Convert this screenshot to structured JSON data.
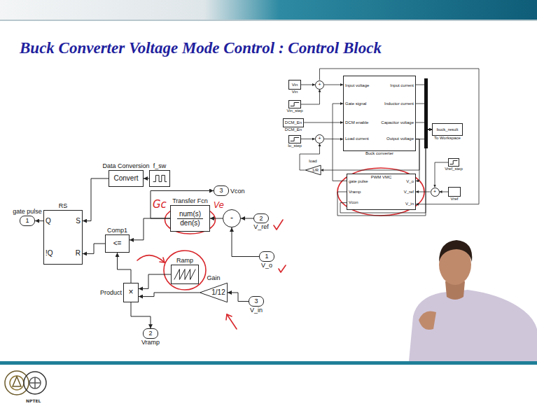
{
  "diagram": {
    "title": "Buck Converter Voltage Mode Control : Control Block",
    "nodes": [
      {
        "text": [
          "Data Conversion",
          "Convert"
        ]
      },
      {
        "text": [
          "f_sw"
        ]
      },
      {
        "text": [
          "RS",
          "Q",
          "S",
          "!Q",
          "R"
        ]
      },
      {
        "text": [
          "gate pulse",
          "1"
        ]
      },
      {
        "text": [
          "Comp1",
          "<="
        ]
      },
      {
        "text": [
          "Transfer Fcn",
          "num(s)",
          "den(s)"
        ]
      },
      {
        "text": [
          "3",
          "Vcon"
        ]
      },
      {
        "text": [
          "2",
          "V_ref"
        ]
      },
      {
        "text": [
          "-"
        ]
      },
      {
        "text": [
          "1",
          "V_o"
        ]
      },
      {
        "text": [
          "Ramp"
        ]
      },
      {
        "text": [
          "Product",
          "×"
        ]
      },
      {
        "text": [
          "Gain",
          "1/12"
        ]
      },
      {
        "text": [
          "3",
          "V_in"
        ]
      },
      {
        "text": [
          "2",
          "Vramp"
        ]
      },
      {
        "text": [
          "Vin",
          "Vin"
        ]
      },
      {
        "text": [
          "Vin_step"
        ]
      },
      {
        "text": [
          "+"
        ]
      },
      {
        "text": [
          "DCM_En",
          "DCM_En"
        ]
      },
      {
        "text": [
          "+"
        ]
      },
      {
        "text": [
          "Io_step"
        ]
      },
      {
        "text": [
          "load",
          "1/R"
        ]
      },
      {
        "text": [
          "Input voltage",
          "Gate signal",
          "DCM enable",
          "Load current",
          "Input current",
          "Inductor current",
          "Capacitor voltage",
          "Output voltage",
          "Buck converter"
        ]
      },
      {
        "text": [
          "buck_result",
          "To Workspace"
        ]
      },
      {
        "text": [
          "PWM VMC",
          "gate pulse",
          "Vramp",
          "Vcon",
          "V_o",
          "V_ref",
          "V_in"
        ]
      },
      {
        "text": [
          "Vref_step"
        ]
      },
      {
        "text": [
          "Vref"
        ]
      },
      {
        "text": [
          "+"
        ]
      }
    ],
    "edges": [
      {
        "from": 1,
        "to": 0,
        "arrow": "to"
      },
      {
        "from": 0,
        "to": 2,
        "arrow": "to"
      },
      {
        "from": 4,
        "to": 2,
        "arrow": "to"
      },
      {
        "from": 2,
        "to": 3,
        "arrow": "to"
      },
      {
        "from": 5,
        "to": 4,
        "arrow": "to"
      },
      {
        "from": 5,
        "to": 6,
        "arrow": "to"
      },
      {
        "from": 8,
        "to": 5,
        "arrow": "to"
      },
      {
        "from": 7,
        "to": 8,
        "arrow": "to"
      },
      {
        "from": 9,
        "to": 8,
        "arrow": "to"
      },
      {
        "from": 10,
        "to": 11,
        "arrow": "to"
      },
      {
        "from": 12,
        "to": 11,
        "arrow": "to"
      },
      {
        "from": 11,
        "to": 4,
        "arrow": "to"
      },
      {
        "from": 11,
        "to": 14,
        "arrow": "to"
      },
      {
        "from": 13,
        "to": 12,
        "arrow": "to"
      },
      {
        "from": 15,
        "to": 17,
        "arrow": "to"
      },
      {
        "from": 16,
        "to": 17,
        "arrow": "to"
      },
      {
        "from": 17,
        "to": 22,
        "arrow": "to"
      },
      {
        "from": 18,
        "to": 22,
        "arrow": "to"
      },
      {
        "from": 20,
        "to": 19,
        "arrow": "to"
      },
      {
        "from": 21,
        "to": 19,
        "arrow": "to"
      },
      {
        "from": 19,
        "to": 22,
        "arrow": "to"
      },
      {
        "from": 22,
        "to": 21,
        "arrow": "to"
      },
      {
        "from": 22,
        "to": 24,
        "arrow": "to"
      },
      {
        "from": 17,
        "to": 24,
        "arrow": "to"
      },
      {
        "from": 24,
        "to": 22,
        "arrow": "to"
      },
      {
        "from": 25,
        "to": 27,
        "arrow": "to"
      },
      {
        "from": 26,
        "to": 27,
        "arrow": "to"
      },
      {
        "from": 27,
        "to": 24,
        "arrow": "to"
      },
      {
        "from": 22,
        "to": 23,
        "arrow": "to"
      },
      {
        "from": 22,
        "to": 23,
        "arrow": "to"
      },
      {
        "from": 22,
        "to": 23,
        "arrow": "to"
      },
      {
        "from": 22,
        "to": 23,
        "arrow": "to"
      },
      {
        "from": 24,
        "to": 23,
        "arrow": "to"
      },
      {
        "from": 24,
        "to": 23,
        "arrow": "to"
      }
    ],
    "labels": [
      "Gc",
      "Ve",
      "NPTEL"
    ]
  }
}
